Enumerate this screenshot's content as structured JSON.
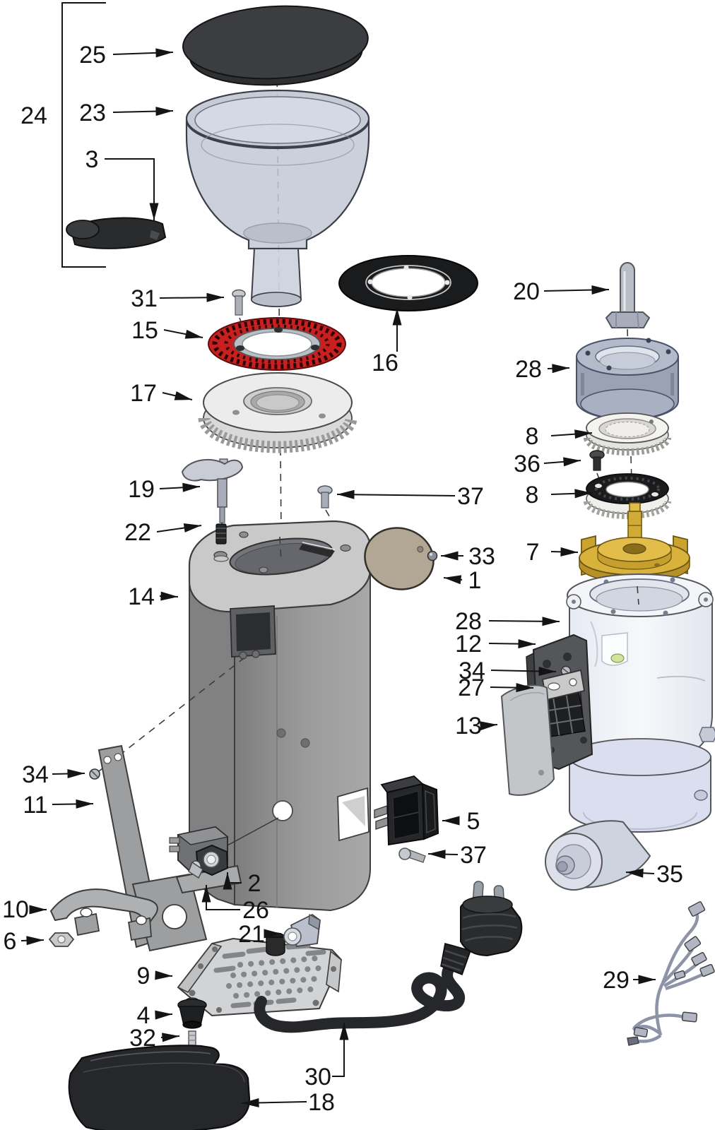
{
  "diagram": {
    "kind": "exploded-parts-diagram",
    "subject": "coffee-grinder"
  },
  "colors": {
    "background": "#ffffff",
    "line": "#141414",
    "label_text": "#141414",
    "lid_dark": "#3b3d40",
    "hopper_glass": "#c3c8d4",
    "burr_red": "#c8201f",
    "disc_black": "#1a1b1d",
    "wheel_grey": "#ececec",
    "collar_blue_grey": "#b3bac9",
    "impeller_gold": "#d9b23c",
    "motor_white": "#f3f5f9",
    "motor_lavender": "#dadeee",
    "body_top_grey": "#c9c9c9",
    "body_side_grey": "#979797",
    "bracket_dark": "#55565a",
    "cover_light_grey": "#c3c6c9",
    "side_cover_tan": "#b2a794",
    "black_plastic": "#26272a",
    "metal_grey": "#b9bcc2",
    "wire_grey": "#8e94a6"
  },
  "callouts": [
    {
      "num": "24",
      "part": "hopper-assembly"
    },
    {
      "num": "25",
      "part": "hopper-lid"
    },
    {
      "num": "23",
      "part": "bean-hopper"
    },
    {
      "num": "3",
      "part": "slide-gate"
    },
    {
      "num": "31",
      "part": "screw-31"
    },
    {
      "num": "15",
      "part": "upper-burr-red"
    },
    {
      "num": "17",
      "part": "adjustment-wheel"
    },
    {
      "num": "16",
      "part": "cover-disc"
    },
    {
      "num": "20",
      "part": "hinge-bolt"
    },
    {
      "num": "28",
      "part": "bearing-collar"
    },
    {
      "num": "8",
      "part": "burr-carrier-ring"
    },
    {
      "num": "36",
      "part": "screw-36"
    },
    {
      "num": "8",
      "part": "lower-burr-ring"
    },
    {
      "num": "7",
      "part": "drive-impeller"
    },
    {
      "num": "19",
      "part": "release-knob"
    },
    {
      "num": "22",
      "part": "spring"
    },
    {
      "num": "37",
      "part": "screw-37-top"
    },
    {
      "num": "33",
      "part": "ball"
    },
    {
      "num": "1",
      "part": "side-cover"
    },
    {
      "num": "14",
      "part": "housing"
    },
    {
      "num": "28",
      "part": "motor-flange"
    },
    {
      "num": "12",
      "part": "mounting-bracket"
    },
    {
      "num": "34",
      "part": "screw-34-right"
    },
    {
      "num": "27",
      "part": "terminal-plate"
    },
    {
      "num": "13",
      "part": "bracket-cover"
    },
    {
      "num": "34",
      "part": "screw-34-left"
    },
    {
      "num": "11",
      "part": "side-bracket"
    },
    {
      "num": "5",
      "part": "power-switch"
    },
    {
      "num": "37",
      "part": "screw-37-lower"
    },
    {
      "num": "10",
      "part": "retaining-clip"
    },
    {
      "num": "6",
      "part": "nut"
    },
    {
      "num": "2",
      "part": "potentiometer"
    },
    {
      "num": "26",
      "part": "pin"
    },
    {
      "num": "21",
      "part": "cord-anchor"
    },
    {
      "num": "9",
      "part": "base-plate"
    },
    {
      "num": "4",
      "part": "rubber-foot"
    },
    {
      "num": "32",
      "part": "screw-32"
    },
    {
      "num": "30",
      "part": "power-cord"
    },
    {
      "num": "18",
      "part": "drip-tray"
    },
    {
      "num": "35",
      "part": "motor-capacitor"
    },
    {
      "num": "29",
      "part": "wiring-harness"
    }
  ]
}
